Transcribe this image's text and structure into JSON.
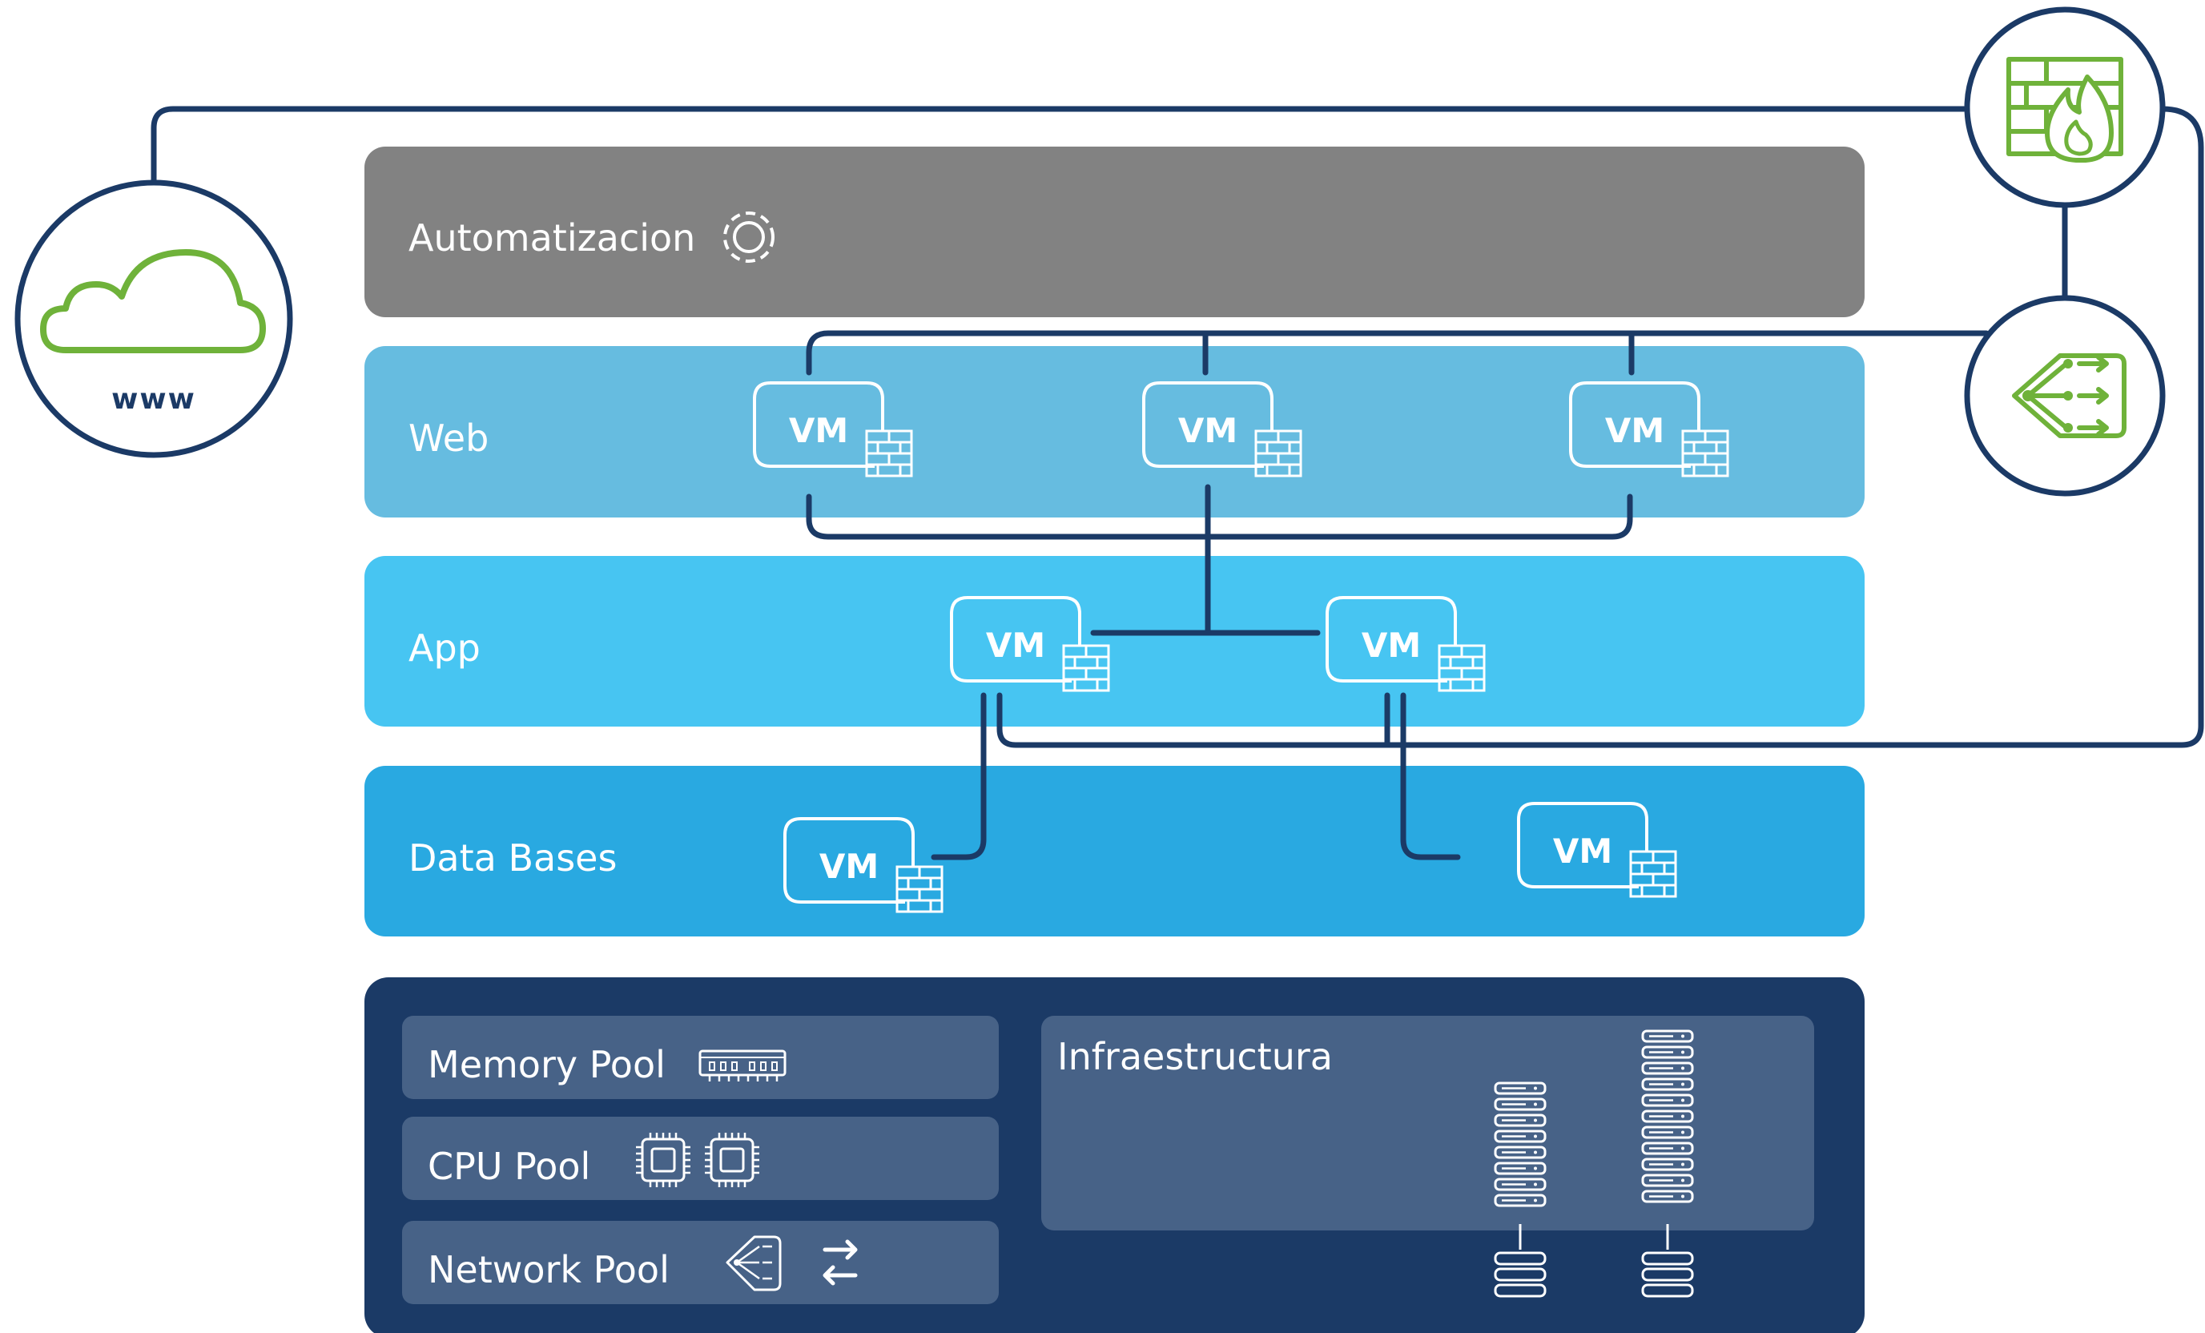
{
  "external": {
    "internet_label": "www"
  },
  "layers": {
    "automation": "Automatizacion",
    "web": "Web",
    "app": "App",
    "databases": "Data Bases"
  },
  "vm_label": "VM",
  "infrastructure": {
    "memory_pool": "Memory Pool",
    "cpu_pool": "CPU Pool",
    "network_pool": "Network Pool",
    "infra_title": "Infraestructura"
  },
  "colors": {
    "automation": "#828282",
    "web": "#66bce0",
    "app": "#47c5f2",
    "databases": "#29a9e1",
    "infrastructure": "#1b3a66",
    "pool_box": "#476287",
    "connector": "#1b3a66",
    "accent_green": "#6fb23a"
  }
}
